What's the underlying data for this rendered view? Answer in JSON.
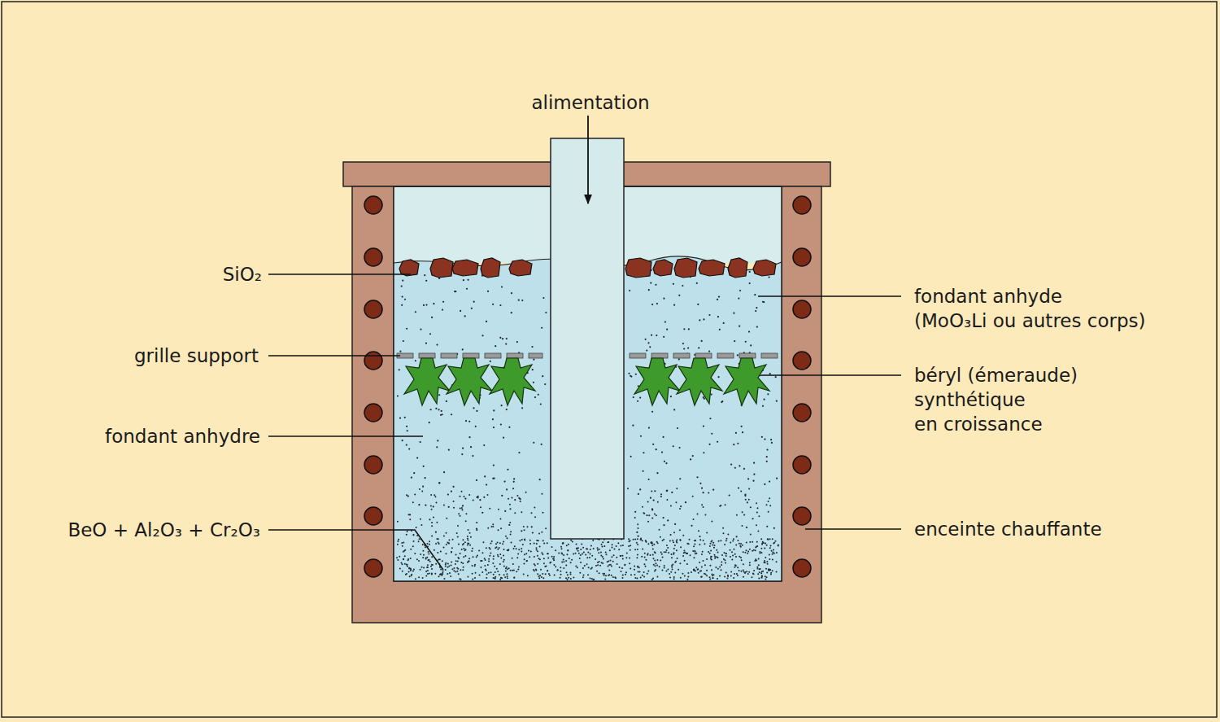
{
  "diagram": {
    "labels": [
      "alimentation",
      "SiO₂",
      "fondant anhyde (MoO₃Li ou autres corps)",
      "grille support",
      "béryl (émeraude) synthétique en croissance",
      "fondant anhydre",
      "BeO + Al₂O₃ + Cr₂O₃",
      "enceinte chauffante"
    ]
  }
}
